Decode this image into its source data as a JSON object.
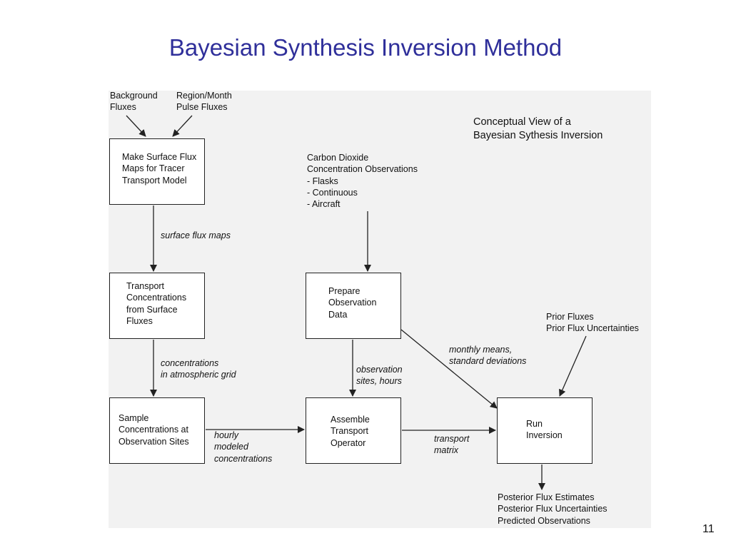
{
  "title": "Bayesian Synthesis Inversion Method",
  "page_number": "11",
  "diagram": {
    "heading": "Conceptual View of a\nBayesian Sythesis Inversion",
    "inputs": {
      "background_fluxes": "Background\nFluxes",
      "region_month_fluxes": "Region/Month\nPulse Fluxes",
      "co2_observations": "Carbon Dioxide\nConcentration Observations\n- Flasks\n- Continuous\n- Aircraft",
      "prior_fluxes": "Prior Fluxes\nPrior Flux Uncertainties"
    },
    "boxes": {
      "make_maps": "Make Surface Flux\nMaps for Tracer\nTransport Model",
      "transport": "Transport\nConcentrations\nfrom Surface\nFluxes",
      "prepare": "Prepare\nObservation\nData",
      "sample": "Sample\nConcentrations at\nObservation Sites",
      "assemble": "Assemble\nTransport\nOperator",
      "run": "Run\nInversion"
    },
    "edge_labels": {
      "surface_flux_maps": "surface flux maps",
      "concentrations": "concentrations\nin atmospheric grid",
      "observation_sites": "observation\nsites, hours",
      "monthly_means": "monthly means,\nstandard deviations",
      "hourly_modeled": "hourly\nmodeled\nconcentrations",
      "transport_matrix": "transport\nmatrix"
    },
    "outputs": "Posterior Flux Estimates\nPosterior Flux Uncertainties\nPredicted Observations"
  }
}
